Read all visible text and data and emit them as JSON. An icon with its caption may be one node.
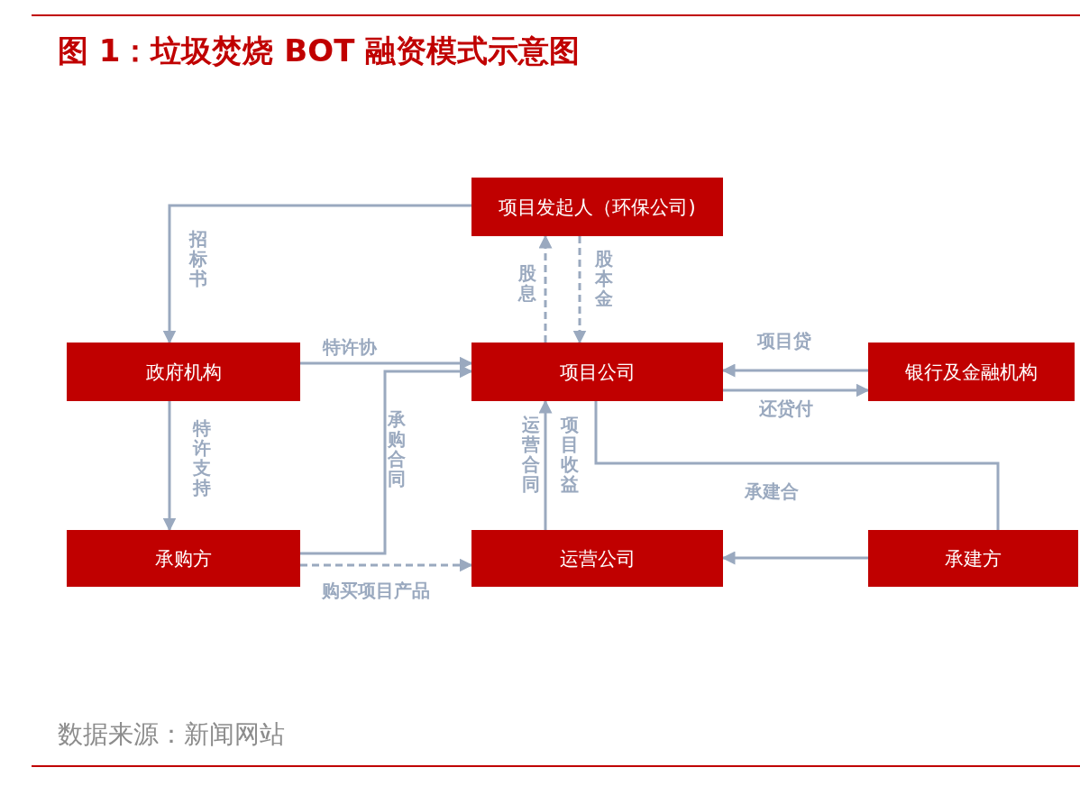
{
  "diagram": {
    "title": "图 1：垃圾焚烧 BOT 融资模式示意图",
    "caption": "数据来源：新闻网站",
    "nodes": [
      {
        "text": [
          "项目发起人（环保公司)"
        ]
      },
      {
        "text": [
          "政府机构"
        ]
      },
      {
        "text": [
          "项目公司"
        ]
      },
      {
        "text": [
          "银行及金融机构"
        ]
      },
      {
        "text": [
          "承购方"
        ]
      },
      {
        "text": [
          "运营公司"
        ]
      },
      {
        "text": [
          "承建方"
        ]
      }
    ],
    "edges": [
      {
        "from": 0,
        "to": 1,
        "arrow": "to",
        "label": "招标书"
      },
      {
        "from": 1,
        "to": 2,
        "arrow": "to",
        "label": "特许协"
      },
      {
        "from": 4,
        "to": 2,
        "arrow": "to",
        "label": "承购合同"
      },
      {
        "from": 4,
        "to": 5,
        "arrow": "to",
        "label": "购买项目产品",
        "style": "dashed"
      },
      {
        "from": 1,
        "to": 4,
        "arrow": "to",
        "label": "特许支持"
      },
      {
        "from": 2,
        "to": 0,
        "arrow": "to",
        "label": "股息",
        "style": "dashed"
      },
      {
        "from": 0,
        "to": 2,
        "arrow": "to",
        "label": "股本金",
        "style": "dashed"
      },
      {
        "from": 3,
        "to": 2,
        "arrow": "to",
        "label": "项目贷"
      },
      {
        "from": 2,
        "to": 3,
        "arrow": "to",
        "label": "还贷付"
      },
      {
        "from": 5,
        "to": 2,
        "arrow": "to",
        "label": "运营合同"
      },
      {
        "from": 2,
        "to": 6,
        "arrow": "none",
        "label": "承建合"
      },
      {
        "from": 6,
        "to": 5,
        "arrow": "to"
      }
    ],
    "labels": [
      "项目收益"
    ]
  }
}
